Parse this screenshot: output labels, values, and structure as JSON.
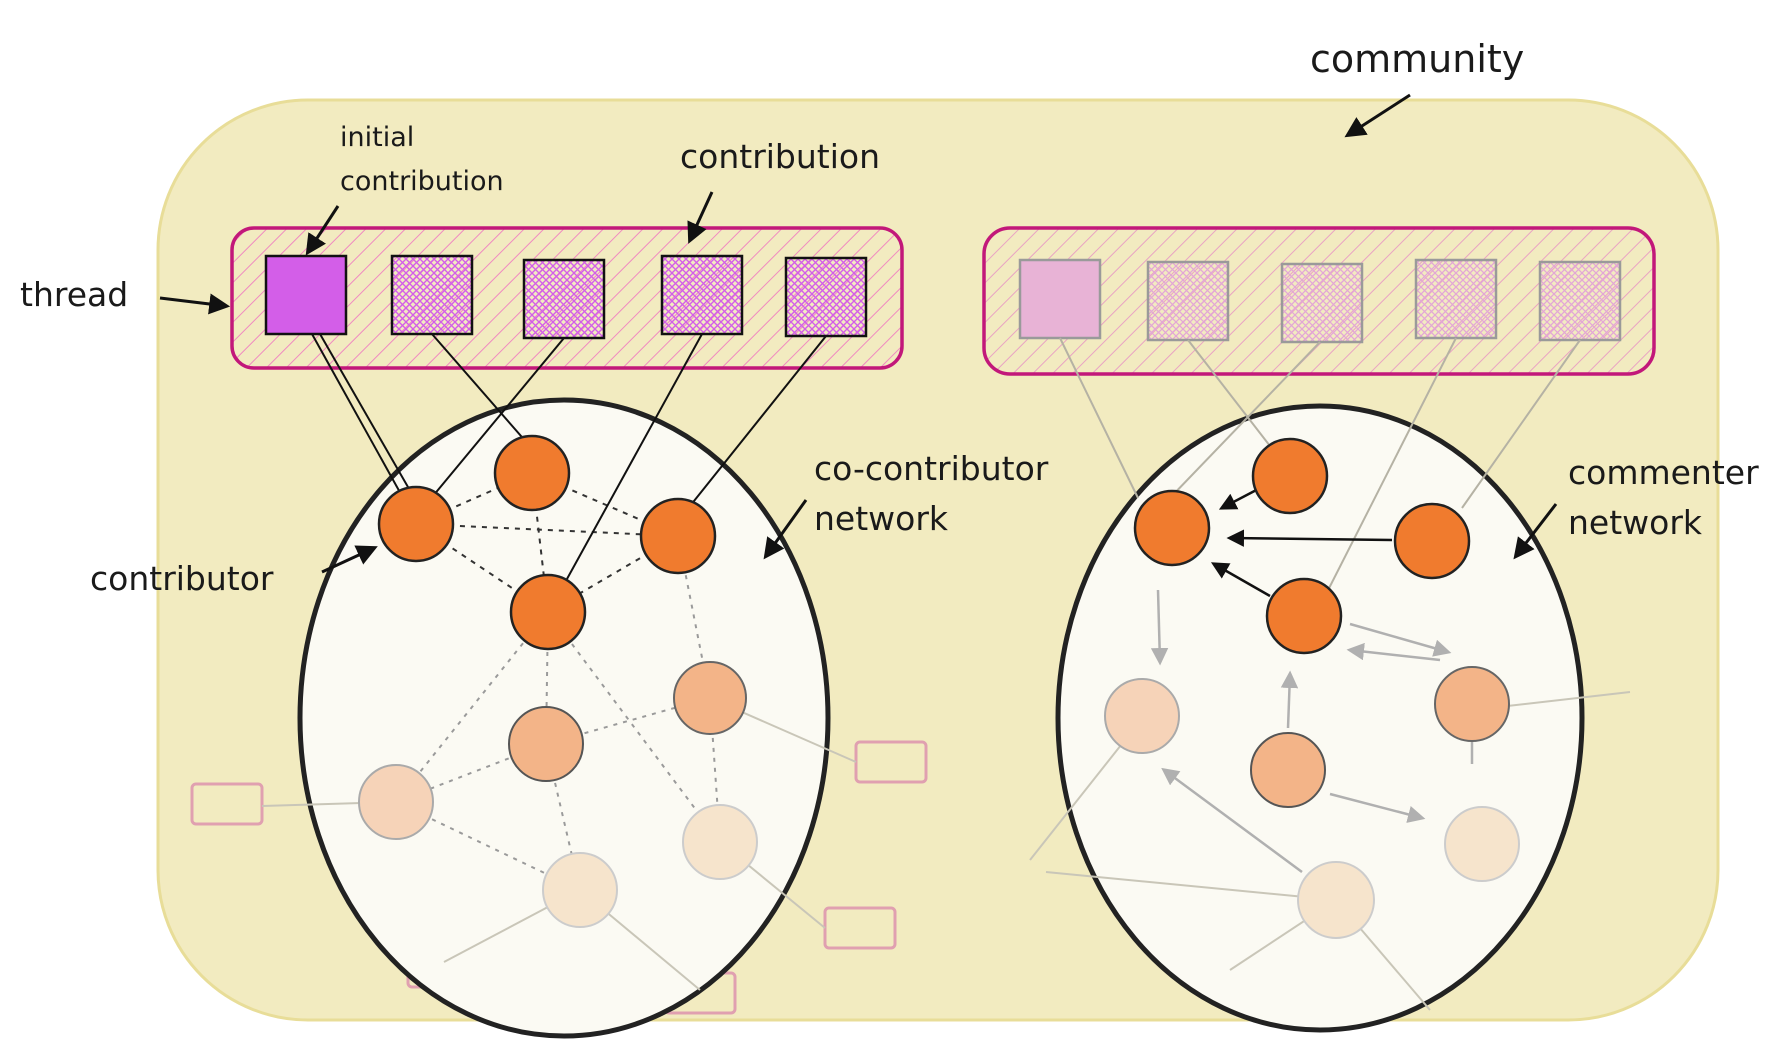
{
  "diagram": {
    "labels": {
      "community": "community",
      "initial_contribution_line1": "initial",
      "initial_contribution_line2": "contribution",
      "contribution": "contribution",
      "thread": "thread",
      "contributor": "contributor",
      "co_contributor_line1": "co-contributor",
      "co_contributor_line2": "network",
      "commenter_line1": "commenter",
      "commenter_line2": "network"
    },
    "colors": {
      "community_fill": "#f2ebc0",
      "community_stroke": "#e8dd98",
      "thread_stroke": "#c2187a",
      "thread_hatch": "#f08ac0",
      "initial_contribution_fill": "#d35ee8",
      "contribution_hatch": "#d35ee8",
      "node_fill": "#f07b2e",
      "node_faded_1": "#f3b488",
      "node_faded_2": "#f6d3b8",
      "node_faded_3": "#f6e4cc",
      "network_fill": "#fbfaf3",
      "ghost_box_stroke": "#e0a0b0"
    }
  }
}
